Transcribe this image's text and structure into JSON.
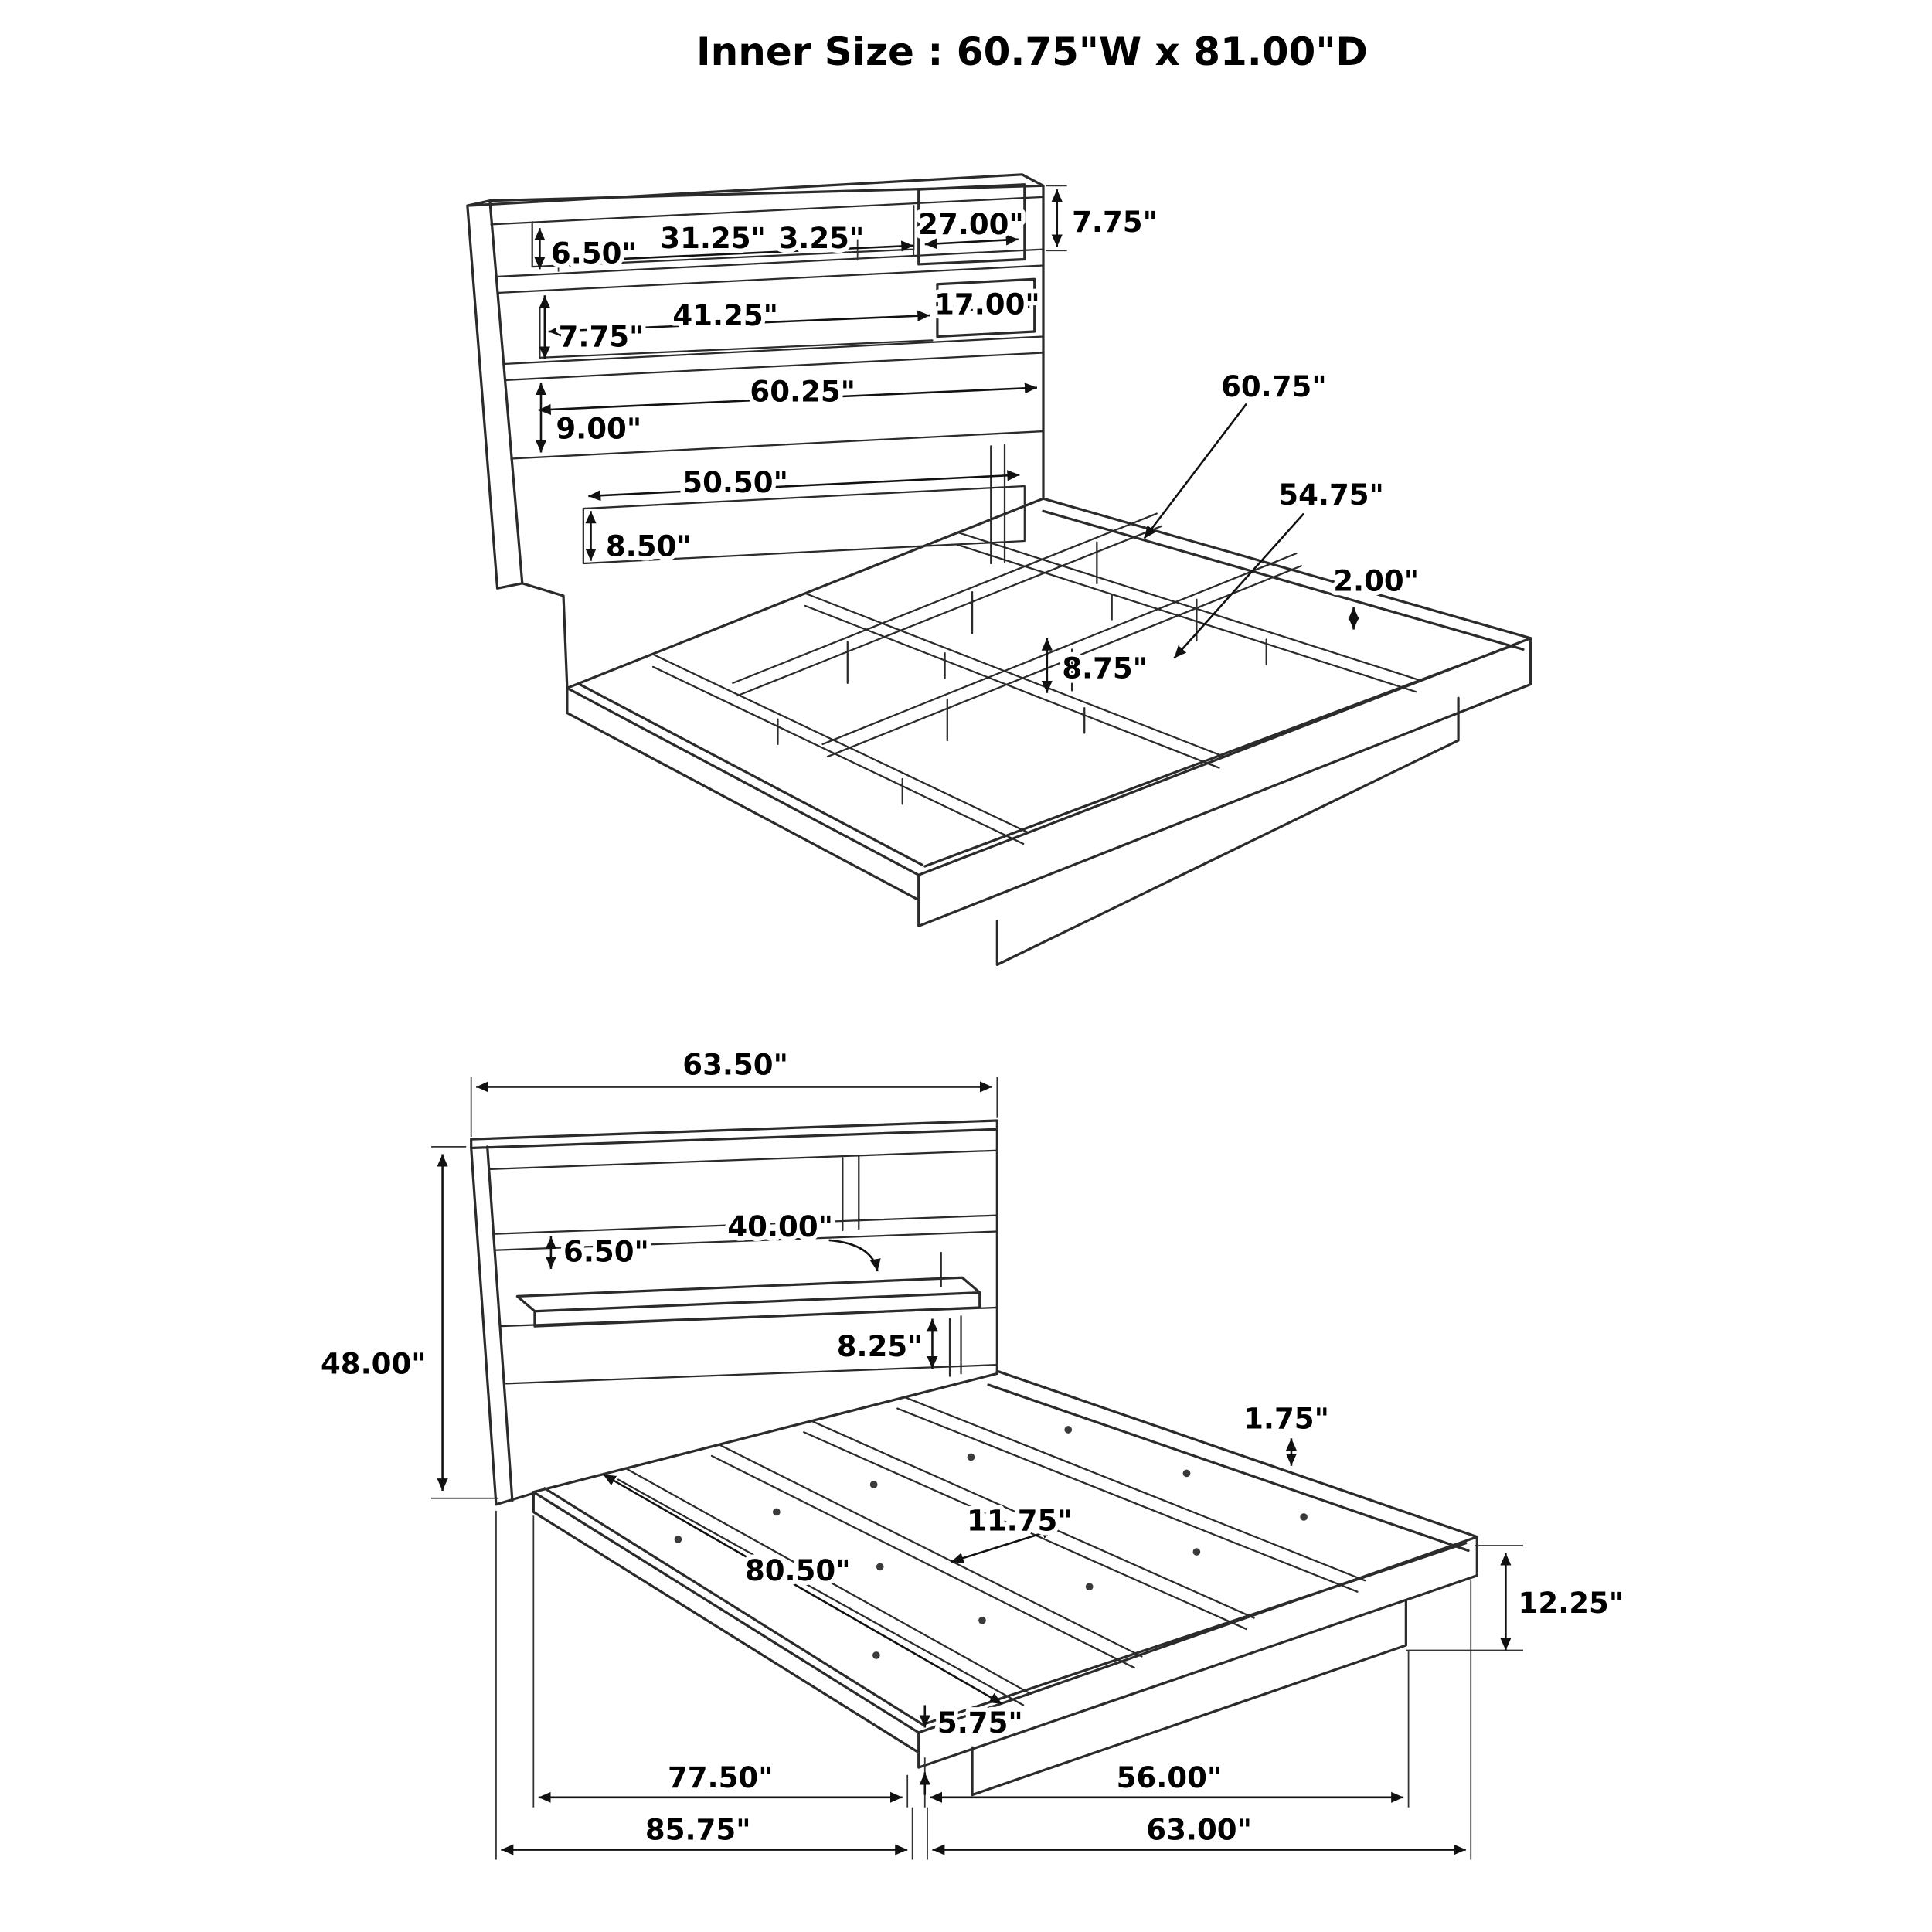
{
  "title": "Inner Size : 60.75\"W x 81.00\"D",
  "top_view": {
    "dims": {
      "shelf_height_top": "6.50\"",
      "shelf_opening_width": "31.25\"",
      "divider_width": "3.25\"",
      "right_compartment_width": "27.00\"",
      "top_section_height": "7.75\"",
      "middle_shelf_width": "41.25\"",
      "middle_compartment_width": "17.00\"",
      "middle_shelf_height": "7.75\"",
      "headboard_inner_width": "60.25\"",
      "bottom_shelf_height": "9.00\"",
      "back_panel_width": "50.50\"",
      "back_panel_height": "8.50\"",
      "side_rail_length": "60.75\"",
      "center_rail_length": "54.75\"",
      "rail_height": "2.00\"",
      "support_leg_height": "8.75\""
    }
  },
  "bottom_view": {
    "dims": {
      "headboard_width": "63.50\"",
      "headboard_height": "48.00\"",
      "shelf_opening_width": "40.00\"",
      "shelf_height": "6.50\"",
      "deck_to_shelf_height": "8.25\"",
      "rail_thickness": "1.75\"",
      "plank_width": "11.75\"",
      "deck_length": "80.50\"",
      "platform_height": "12.25\"",
      "base_height": "5.75\"",
      "deck_inner_length": "77.50\"",
      "foot_inner_width": "56.00\"",
      "overall_length": "85.75\"",
      "overall_width": "63.00\""
    }
  }
}
